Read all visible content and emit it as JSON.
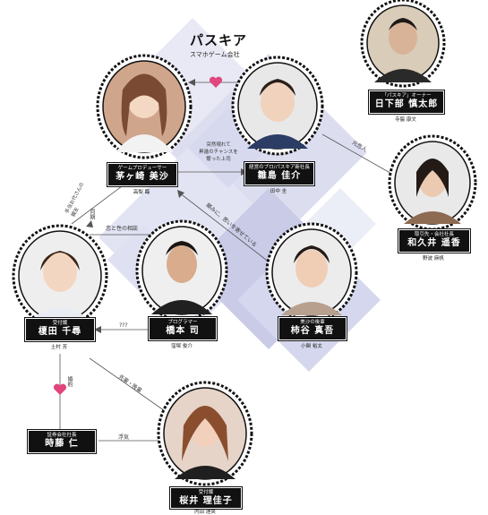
{
  "company": {
    "title": "パスキア",
    "subtitle": "スマホゲーム会社"
  },
  "people": [
    {
      "id": "kayagasaki",
      "role": "ゲームプロデューサー",
      "name": "茅ヶ崎 美沙",
      "actor": "高梨 臨"
    },
    {
      "id": "hinashima",
      "role": "経営のプロ/パスキア新社長",
      "name": "雛島 佳介",
      "actor": "田中 圭"
    },
    {
      "id": "hisakabe",
      "role": "「パスキア」オーナー",
      "name": "日下部 慎太郎",
      "actor": "寺脇 康文"
    },
    {
      "id": "wakui",
      "role": "取引先・会社社長",
      "name": "和久井 遥香",
      "actor": "野波 麻帆"
    },
    {
      "id": "enokida",
      "role": "受付嬢",
      "name": "榎田 千尋",
      "actor": "土村 芳"
    },
    {
      "id": "hashimoto",
      "role": "プログラマー",
      "name": "橋本 司",
      "actor": "窪塚 俊介"
    },
    {
      "id": "kakiya",
      "role": "美沙の後輩",
      "name": "柿谷 真吾",
      "actor": "小関 裕太"
    },
    {
      "id": "tokifuji",
      "role": "証券会社社長",
      "name": "時藤 仁",
      "actor": ""
    },
    {
      "id": "sakurai",
      "role": "受付嬢",
      "name": "桜井 理佳子",
      "actor": "内田 理央"
    }
  ],
  "relations": {
    "hinashima_kayagasaki": "突然現れて\n昇進のチャンスを\n奪った上司",
    "hinashima_wakui": "元恋人",
    "kayagasaki_enokida": "手当お代さんの\n親友",
    "enokida_kayagasaki": "同期",
    "enokida_hashimoto": "恋と性の相談",
    "kakiya_kayagasaki": "頼みに、思いを寄せている",
    "hashimoto_enokida": "???",
    "enokida_tokifuji": "婚約",
    "sakurai_enokida": "先輩・後輩",
    "sakurai_tokifuji": "浮気"
  },
  "colors": {
    "diamond_light": "#e6e7f4",
    "diamond_mid": "#c9cbe8",
    "heart": "#e0467c",
    "plate": "#111111"
  }
}
